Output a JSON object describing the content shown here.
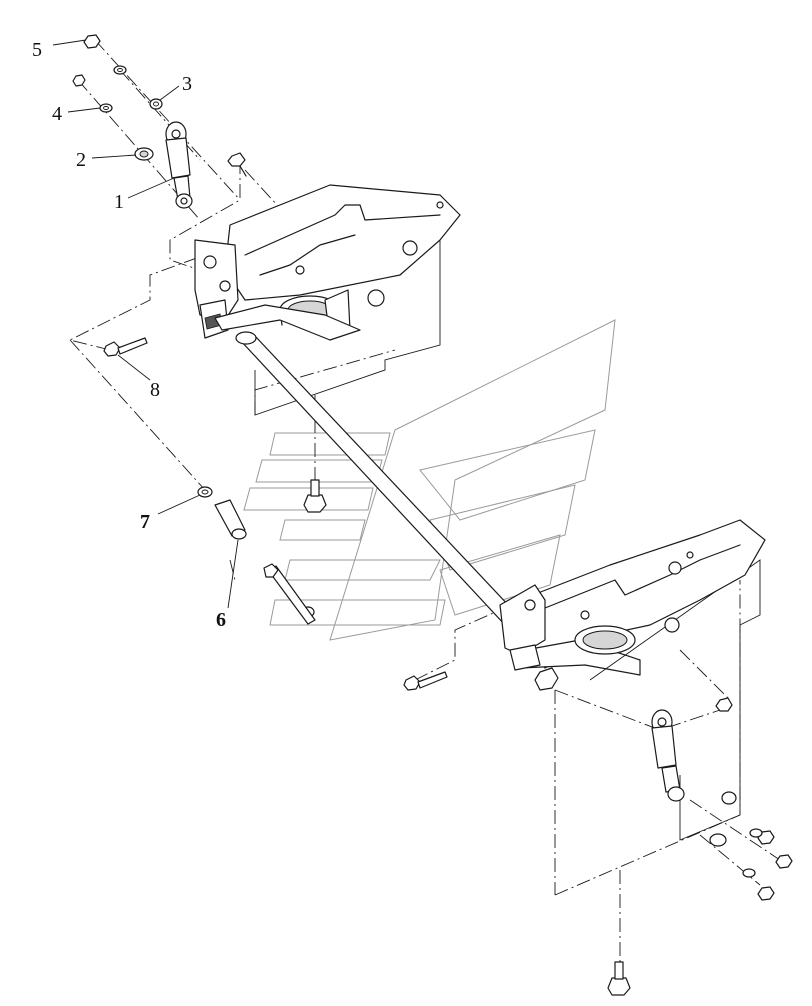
{
  "callouts": [
    {
      "id": "c5",
      "text": "5"
    },
    {
      "id": "c3",
      "text": "3"
    },
    {
      "id": "c4",
      "text": "4"
    },
    {
      "id": "c2",
      "text": "2"
    },
    {
      "id": "c1",
      "text": "1"
    },
    {
      "id": "c8",
      "text": "8"
    },
    {
      "id": "c7",
      "text": "7"
    },
    {
      "id": "c6",
      "text": "6"
    }
  ],
  "colors": {
    "line": "#1a1a1a",
    "watermark": "#9a9a9a",
    "fill": "#ffffff"
  },
  "icons": [
    "nut-icon",
    "washer-icon",
    "bolt-icon",
    "shock-absorber-icon",
    "frame-bracket-icon",
    "stabilizer-bar-icon",
    "watermark-logo-icon"
  ]
}
